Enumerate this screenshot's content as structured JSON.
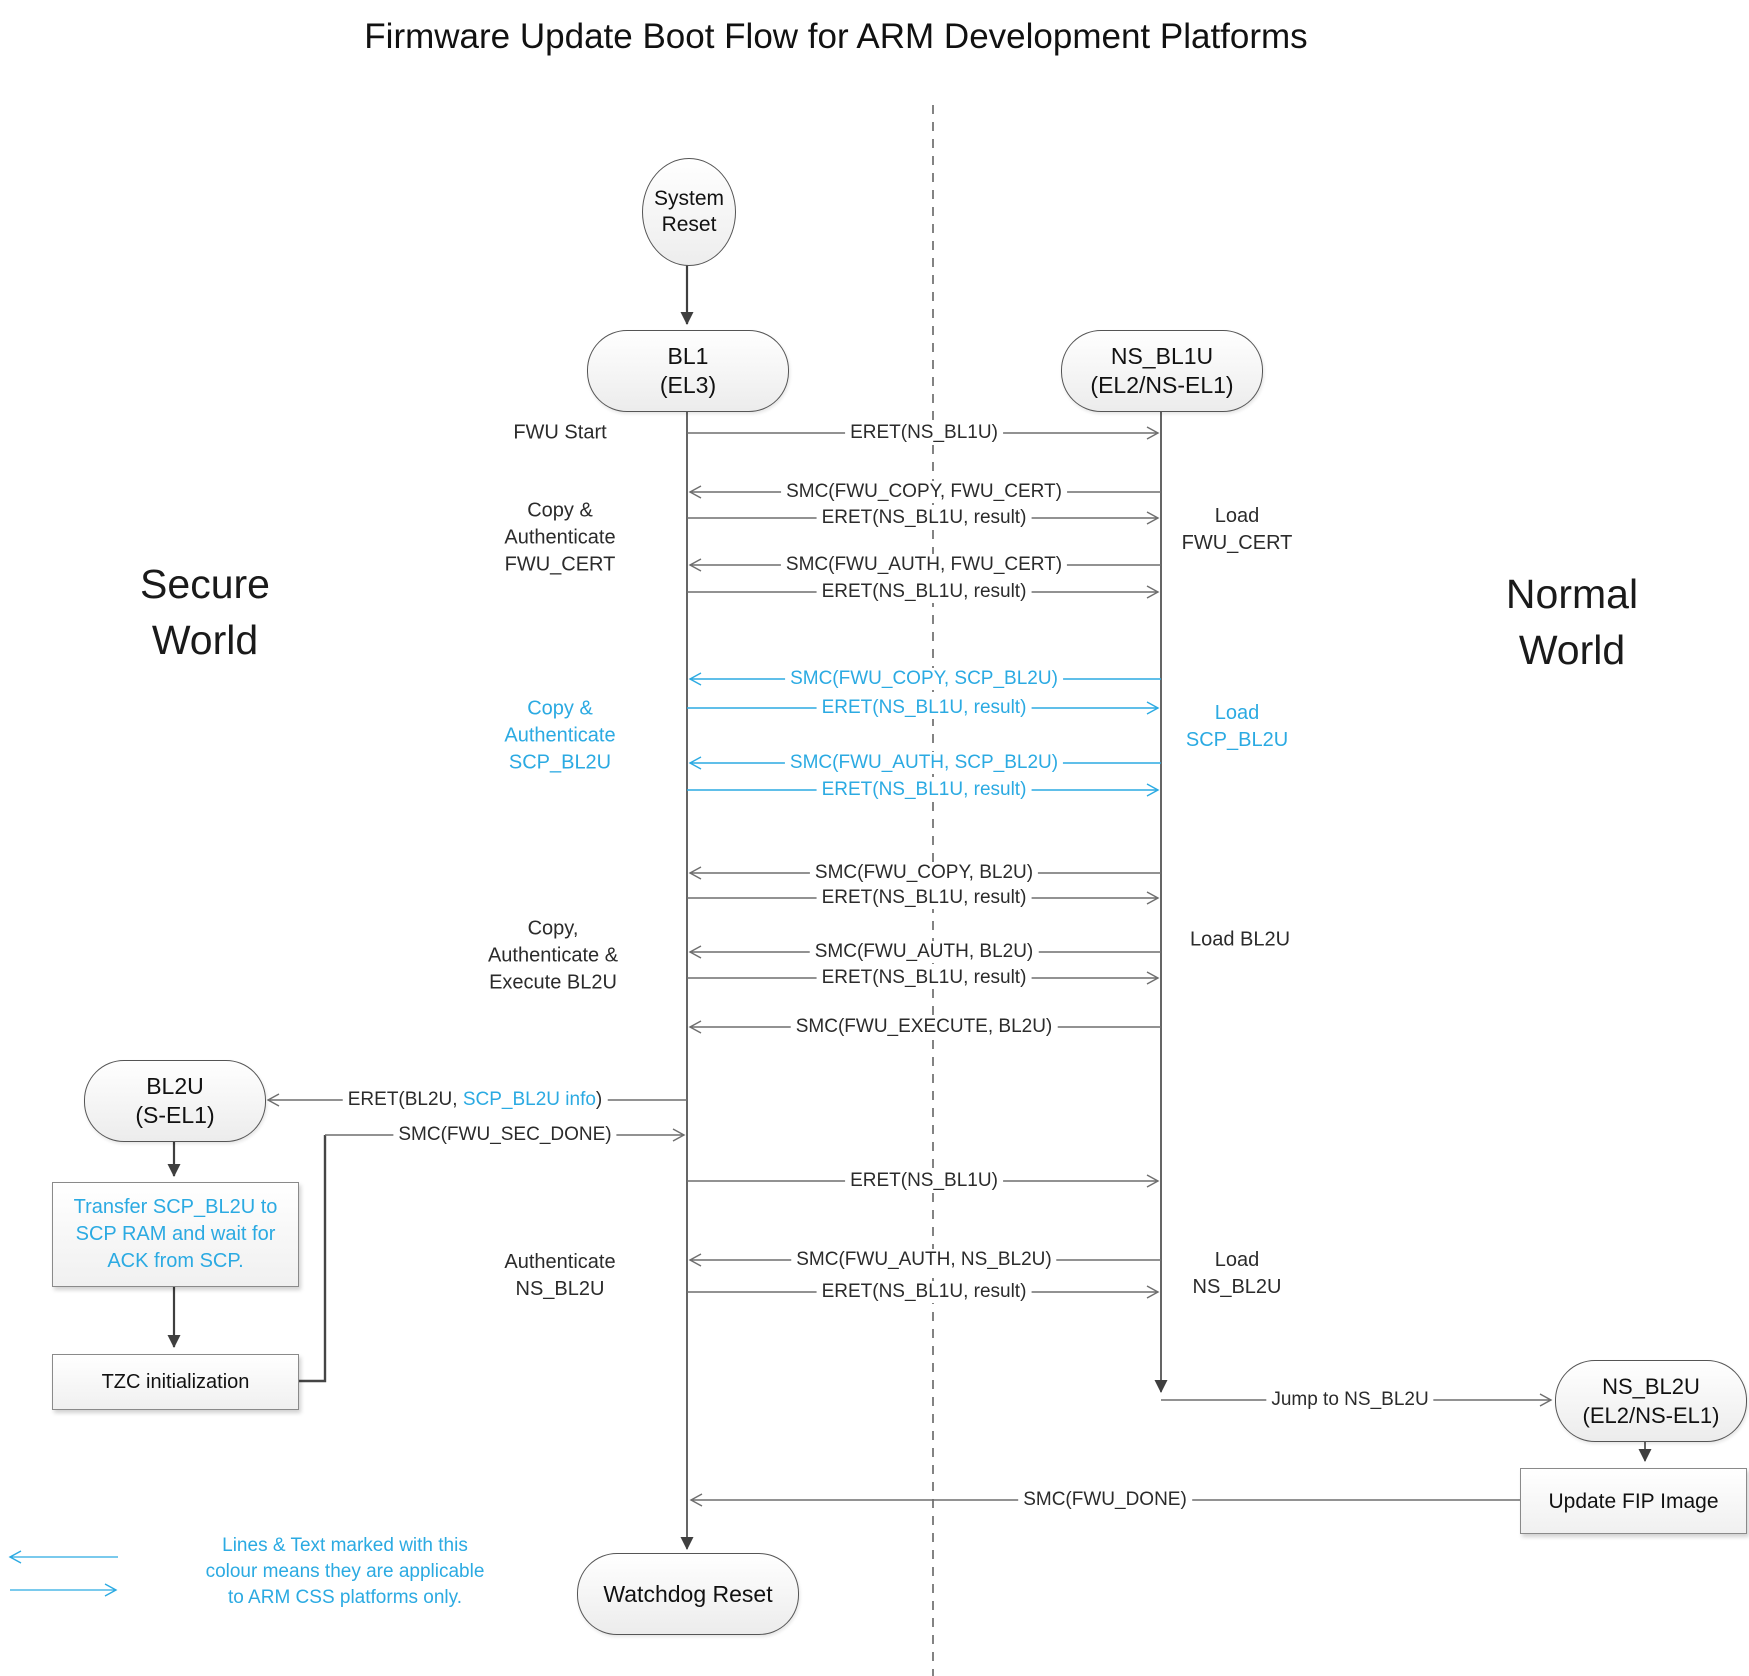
{
  "title": "Firmware Update Boot Flow for ARM Development Platforms",
  "colors": {
    "accent": "#2BAAE2",
    "line": "#6e6e6e",
    "dark_line": "#3f3f3f"
  },
  "worlds": {
    "secure": [
      "Secure",
      "World"
    ],
    "normal": [
      "Normal",
      "World"
    ]
  },
  "nodes": {
    "system_reset": [
      "System",
      "Reset"
    ],
    "bl1": [
      "BL1",
      "(EL3)"
    ],
    "ns_bl1u": [
      "NS_BL1U",
      "(EL2/NS-EL1)"
    ],
    "bl2u": [
      "BL2U",
      "(S-EL1)"
    ],
    "ns_bl2u": [
      "NS_BL2U",
      "(EL2/NS-EL1)"
    ],
    "watchdog_reset": "Watchdog Reset",
    "transfer_scp": [
      "Transfer SCP_BL2U to",
      "SCP RAM and wait for",
      "ACK from SCP."
    ],
    "tzc_init": "TZC initialization",
    "update_fip": "Update FIP Image"
  },
  "messages": {
    "eret_ns_bl1u": "ERET(NS_BL1U)",
    "smc_copy_cert": "SMC(FWU_COPY, FWU_CERT)",
    "eret_result": "ERET(NS_BL1U, result)",
    "smc_auth_cert": "SMC(FWU_AUTH, FWU_CERT)",
    "smc_copy_scp": "SMC(FWU_COPY, SCP_BL2U)",
    "smc_auth_scp": "SMC(FWU_AUTH, SCP_BL2U)",
    "smc_copy_bl2u": "SMC(FWU_COPY, BL2U)",
    "smc_auth_bl2u": "SMC(FWU_AUTH, BL2U)",
    "smc_execute_bl2u": "SMC(FWU_EXECUTE, BL2U)",
    "eret_bl2u_p1": "ERET(BL2U, ",
    "eret_bl2u_p2": "SCP_BL2U info",
    "eret_bl2u_p3": ")",
    "smc_sec_done": "SMC(FWU_SEC_DONE)",
    "smc_auth_ns_bl2u": "SMC(FWU_AUTH, NS_BL2U)",
    "jump_ns_bl2u": "Jump to NS_BL2U",
    "smc_fwu_done": "SMC(FWU_DONE)"
  },
  "side_labels": {
    "fwu_start": "FWU Start",
    "copy_auth_cert": [
      "Copy &",
      "Authenticate",
      "FWU_CERT"
    ],
    "load_cert": [
      "Load",
      "FWU_CERT"
    ],
    "copy_auth_scp": [
      "Copy &",
      "Authenticate",
      "SCP_BL2U"
    ],
    "load_scp": [
      "Load",
      "SCP_BL2U"
    ],
    "copy_auth_exec": [
      "Copy,",
      "Authenticate &",
      "Execute BL2U"
    ],
    "load_bl2u": "Load BL2U",
    "auth_ns": [
      "Authenticate",
      "NS_BL2U"
    ],
    "load_ns": [
      "Load",
      "NS_BL2U"
    ]
  },
  "legend": [
    "Lines & Text marked with this",
    "colour means they are applicable",
    "to ARM CSS platforms only."
  ]
}
